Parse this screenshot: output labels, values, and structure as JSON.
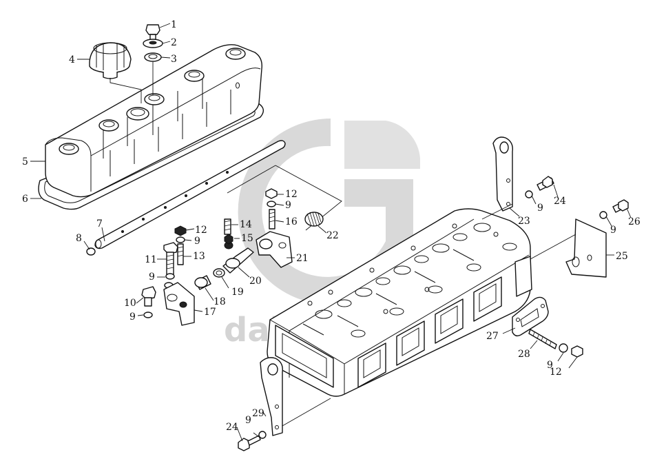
{
  "watermark": {
    "logo": "dg-logo",
    "text": "dalfaparts"
  },
  "callouts": [
    {
      "id": "c1",
      "label": "1"
    },
    {
      "id": "c2",
      "label": "2"
    },
    {
      "id": "c3",
      "label": "3"
    },
    {
      "id": "c4",
      "label": "4"
    },
    {
      "id": "c5",
      "label": "5"
    },
    {
      "id": "c6",
      "label": "6"
    },
    {
      "id": "c7",
      "label": "7"
    },
    {
      "id": "c8",
      "label": "8"
    },
    {
      "id": "c9a",
      "label": "9"
    },
    {
      "id": "c9b",
      "label": "9"
    },
    {
      "id": "c9c",
      "label": "9"
    },
    {
      "id": "c9d",
      "label": "9"
    },
    {
      "id": "c9e",
      "label": "9"
    },
    {
      "id": "c9f",
      "label": "9"
    },
    {
      "id": "c9g",
      "label": "9"
    },
    {
      "id": "c9h",
      "label": "9"
    },
    {
      "id": "c10",
      "label": "10"
    },
    {
      "id": "c11",
      "label": "11"
    },
    {
      "id": "c12a",
      "label": "12"
    },
    {
      "id": "c12b",
      "label": "12"
    },
    {
      "id": "c12c",
      "label": "12"
    },
    {
      "id": "c13",
      "label": "13"
    },
    {
      "id": "c14",
      "label": "14"
    },
    {
      "id": "c15",
      "label": "15"
    },
    {
      "id": "c16",
      "label": "16"
    },
    {
      "id": "c17",
      "label": "17"
    },
    {
      "id": "c18",
      "label": "18"
    },
    {
      "id": "c19",
      "label": "19"
    },
    {
      "id": "c20",
      "label": "20"
    },
    {
      "id": "c21",
      "label": "21"
    },
    {
      "id": "c22",
      "label": "22"
    },
    {
      "id": "c23",
      "label": "23"
    },
    {
      "id": "c24a",
      "label": "24"
    },
    {
      "id": "c24b",
      "label": "24"
    },
    {
      "id": "c25",
      "label": "25"
    },
    {
      "id": "c26",
      "label": "26"
    },
    {
      "id": "c27",
      "label": "27"
    },
    {
      "id": "c28",
      "label": "28"
    },
    {
      "id": "c29",
      "label": "29"
    }
  ]
}
